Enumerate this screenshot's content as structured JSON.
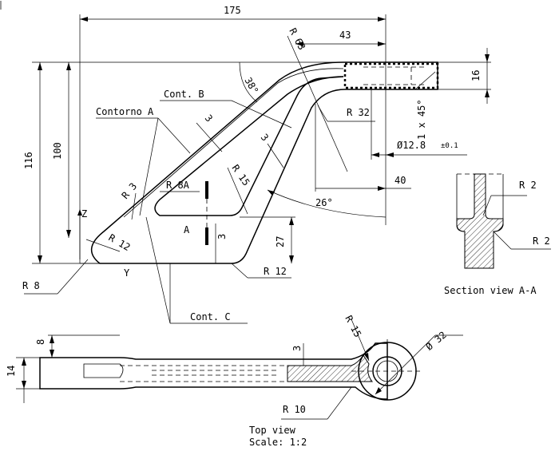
{
  "dimensions": {
    "d175": "175",
    "d43": "43",
    "d16": "16",
    "d116": "116",
    "d100": "100",
    "d40": "40",
    "d27": "27",
    "r63": "R 63",
    "r32": "R 32",
    "a38": "38°",
    "a26": "26°",
    "c45": "1 x 45°",
    "dia128": "Ø12.8",
    "tol": "±0.1",
    "r8a": "R 8A",
    "r15a": "R 15",
    "r3": "R 3",
    "r12a": "R 12",
    "r8": "R 8",
    "r12b": "R 12",
    "t3a": "3",
    "t3b": "3",
    "t3c": "3",
    "r2a": "R 2",
    "r2b": "R 2",
    "d8": "8",
    "d14": "14",
    "t3d": "3",
    "r15b": "R 15",
    "dia32": "Ø 32",
    "r10": "R 10"
  },
  "labels": {
    "cont_b": "Cont. B",
    "contorno_a": "Contorno A",
    "cont_c": "Cont. C",
    "section_marker": "A",
    "axis_z": "Z",
    "axis_y": "Y",
    "section_view": "Section view A-A",
    "top_view": "Top view",
    "scale": "Scale:  1:2"
  }
}
